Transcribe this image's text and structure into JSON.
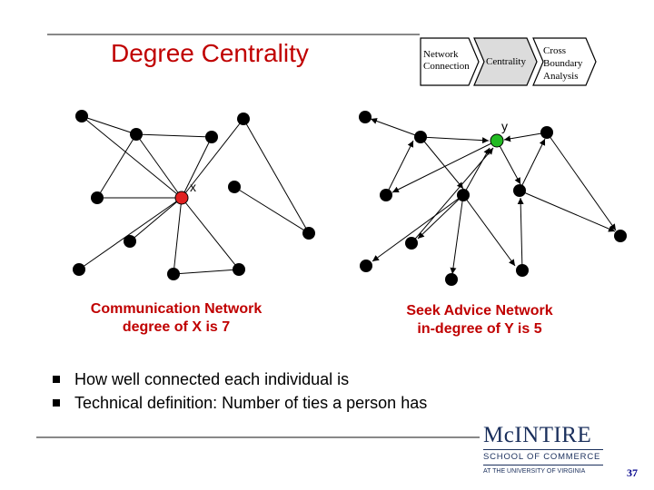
{
  "title": "Degree Centrality",
  "breadcrumb": {
    "steps": [
      {
        "label_line1": "Network",
        "label_line2": "Connection"
      },
      {
        "label_line1": "Centrality",
        "label_line2": ""
      },
      {
        "label_line1": "Cross",
        "label_line2": "Boundary",
        "label_line3": "Analysis"
      }
    ],
    "active_index": 1
  },
  "diagram_left": {
    "node_label": "x",
    "caption_line1": "Communication Network",
    "caption_line2": "degree of X is 7",
    "highlight_color": "#e02020"
  },
  "diagram_right": {
    "node_label": "y",
    "caption_line1": "Seek Advice Network",
    "caption_line2": "in-degree of Y is 5",
    "highlight_color": "#22bb22"
  },
  "bullets": [
    "How well connected each individual is",
    "Technical definition:  Number of ties a person has"
  ],
  "logo": {
    "name": "McINTIRE",
    "school": "SCHOOL OF COMMERCE",
    "university": "AT THE UNIVERSITY OF VIRGINIA"
  },
  "page_number": "37",
  "colors": {
    "title": "#c00000",
    "caption": "#c00000",
    "page_number": "#00008b",
    "node": "#000000"
  }
}
